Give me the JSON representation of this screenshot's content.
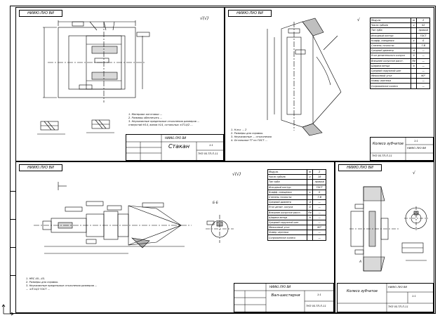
{
  "sheets": [
    {
      "tab": "НИИЮ.ЛУО ВИ",
      "roughness": "√(√)",
      "notes": [
        "1. Материал заготовки ...",
        "2. Размеры обеспечить ...",
        "3. Неуказанные предельные отклонения размеров ... ",
        "   отверстий H14, валов h14, остальных ±IT14/2 ..."
      ],
      "titleblock": {
        "title": "Стакан",
        "code": "НИИЮ.ЛУО ВИ",
        "doc": "ТКП 05.ТП.П-11",
        "sheet": "1:1"
      }
    },
    {
      "tab": "НИИЮ.ЛУО ВИ",
      "roughness": "√",
      "notes": [
        "1. Н.м.к ... 2",
        "2. Размеры для справок.",
        "3. Неуказанные ... отклонения",
        "4. Остальные ТТ по ГОСТ ... "
      ],
      "table": [
        [
          "Модуль",
          "m",
          "2"
        ],
        [
          "Число зубьев",
          "z",
          "52"
        ],
        [
          "Тип зуба",
          "",
          "прямой"
        ],
        [
          "Исходный контур",
          "",
          "ГОСТ"
        ],
        [
          "Коэфф. смещения",
          "x",
          "0"
        ],
        [
          "Степень точности",
          "",
          "7-В"
        ],
        [
          "Средний диаметр",
          "d",
          "—"
        ],
        [
          "Угол делительного конуса",
          "δ",
          "—"
        ],
        [
          "Внешнее конусное расст.",
          "Re",
          "—"
        ],
        [
          "Ширина венца",
          "b",
          "—"
        ],
        [
          "Средний окружной шаг",
          "",
          "—"
        ],
        [
          "Межосевой угол",
          "",
          "90°"
        ],
        [
          "Номер чертежа",
          "",
          "—"
        ],
        [
          "Сопряженное колесо",
          "",
          "—"
        ]
      ],
      "titleblock": {
        "title": "Колесо зубчатое",
        "code": "НИИЮ.ЛУО ВИ",
        "doc": "ТКП 05.ТП.П-11",
        "sheet": "1:1"
      }
    },
    {
      "tab": "НИИЮ.ЛУО ВИ",
      "roughness": "√(√)",
      "notes": [
        "1. HRC 40...45.",
        "2. Размеры для справок.",
        "3. Неуказанные предельные отклонения размеров ...",
        "   ... ±IT14/2 ГОСТ ..."
      ],
      "table": [
        [
          "Модуль",
          "m",
          "2"
        ],
        [
          "Число зубьев",
          "z",
          "18"
        ],
        [
          "Тип зуба",
          "",
          "прямой"
        ],
        [
          "Исходный контур",
          "",
          "ГОСТ"
        ],
        [
          "Коэфф. смещения",
          "x",
          "0"
        ],
        [
          "Степень точности",
          "",
          "7-В"
        ],
        [
          "Средний диаметр",
          "d",
          "—"
        ],
        [
          "Угол делит. конуса",
          "δ",
          "—"
        ],
        [
          "Внешнее конусное расст.",
          "Re",
          "—"
        ],
        [
          "Ширина венца",
          "b",
          "—"
        ],
        [
          "Средний окружной шаг",
          "",
          "—"
        ],
        [
          "Межосевой угол",
          "",
          "90°"
        ],
        [
          "Номер чертежа",
          "",
          "—"
        ],
        [
          "Сопряженное колесо",
          "",
          "—"
        ]
      ],
      "section_label": "Б-Б",
      "titleblock": {
        "title": "Вал-шестерня",
        "code": "НИИЮ.ЛУО ВИ",
        "doc": "ТКП 05.ТП.П-11",
        "sheet": "1:1"
      }
    },
    {
      "tab": "НИИЮ.ЛУО ВИ",
      "roughness": "√",
      "view_label": "А",
      "titleblock": {
        "title": "Колесо зубчатое",
        "code": "НИИЮ.ЛУО ВИ",
        "doc": "ТКП 05.ТП.П-11",
        "sheet": "1:1"
      }
    }
  ],
  "colors": {
    "line": "#000000",
    "paper": "#ffffff"
  },
  "icons": {
    "axis": "ucs-axis-icon"
  }
}
